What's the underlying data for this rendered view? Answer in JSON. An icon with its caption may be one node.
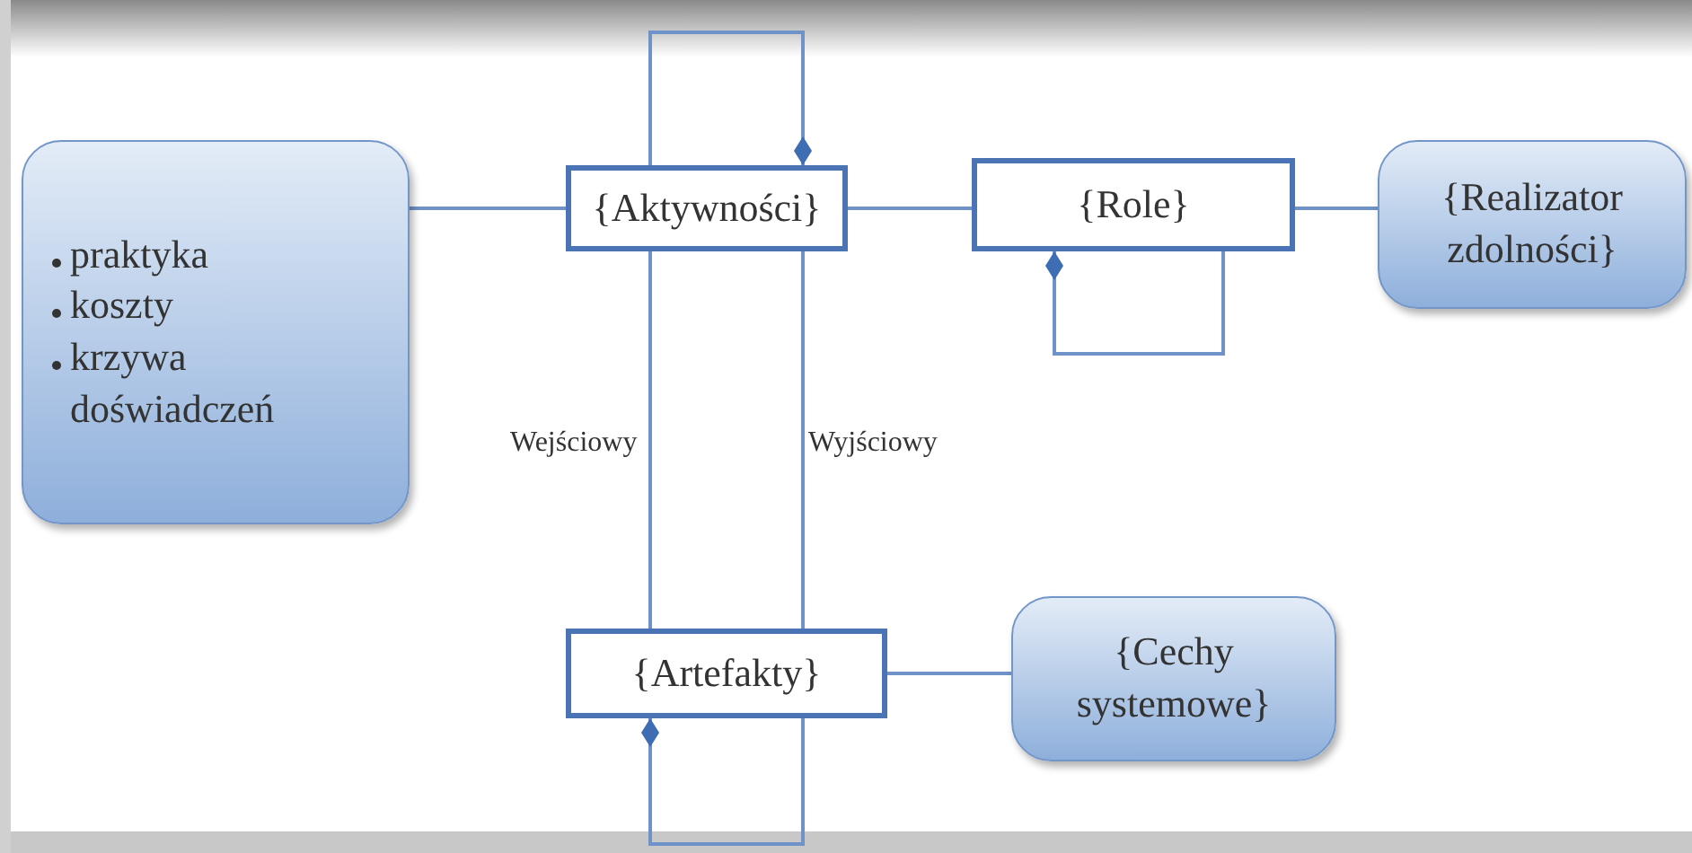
{
  "diagram": {
    "nodes": [
      {
        "text": [
          "praktyka",
          "koszty",
          "krzywa doświadczeń"
        ]
      },
      {
        "text": [
          "{Aktywności}"
        ]
      },
      {
        "text": [
          "{Role}"
        ]
      },
      {
        "text": [
          "{Realizator zdolności}"
        ]
      },
      {
        "text": [
          "{Artefakty}"
        ]
      },
      {
        "text": [
          "{Cechy systemowe}"
        ]
      }
    ],
    "edges": [
      {
        "from": 0,
        "to": 1,
        "arrow": "none"
      },
      {
        "from": 1,
        "to": 2,
        "arrow": "none"
      },
      {
        "from": 2,
        "to": 3,
        "arrow": "none"
      },
      {
        "from": 4,
        "to": 1,
        "arrow": "other",
        "label": "Wejściowy"
      },
      {
        "from": 1,
        "to": 4,
        "arrow": "other",
        "label": "Wyjściowy"
      },
      {
        "from": 2,
        "to": 2,
        "arrow": "other"
      },
      {
        "from": 4,
        "to": 5,
        "arrow": "none"
      }
    ]
  }
}
